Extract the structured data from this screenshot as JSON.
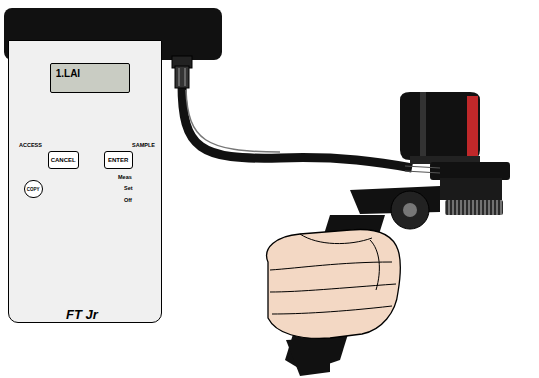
{
  "diagram": {
    "nodes": [
      {
        "text": [
          "FT Jr"
        ]
      },
      {
        "text": [
          "1.LAI"
        ],
        "in": 0
      },
      {
        "text": [
          "CANCEL"
        ],
        "in": 0
      },
      {
        "text": [
          "ENTER"
        ],
        "in": 0
      },
      {
        "text": [
          "COPY"
        ],
        "in": 0
      }
    ],
    "labels": [
      "ACCESS",
      "SAMPLE",
      "Meas",
      "Set",
      "Off"
    ]
  }
}
